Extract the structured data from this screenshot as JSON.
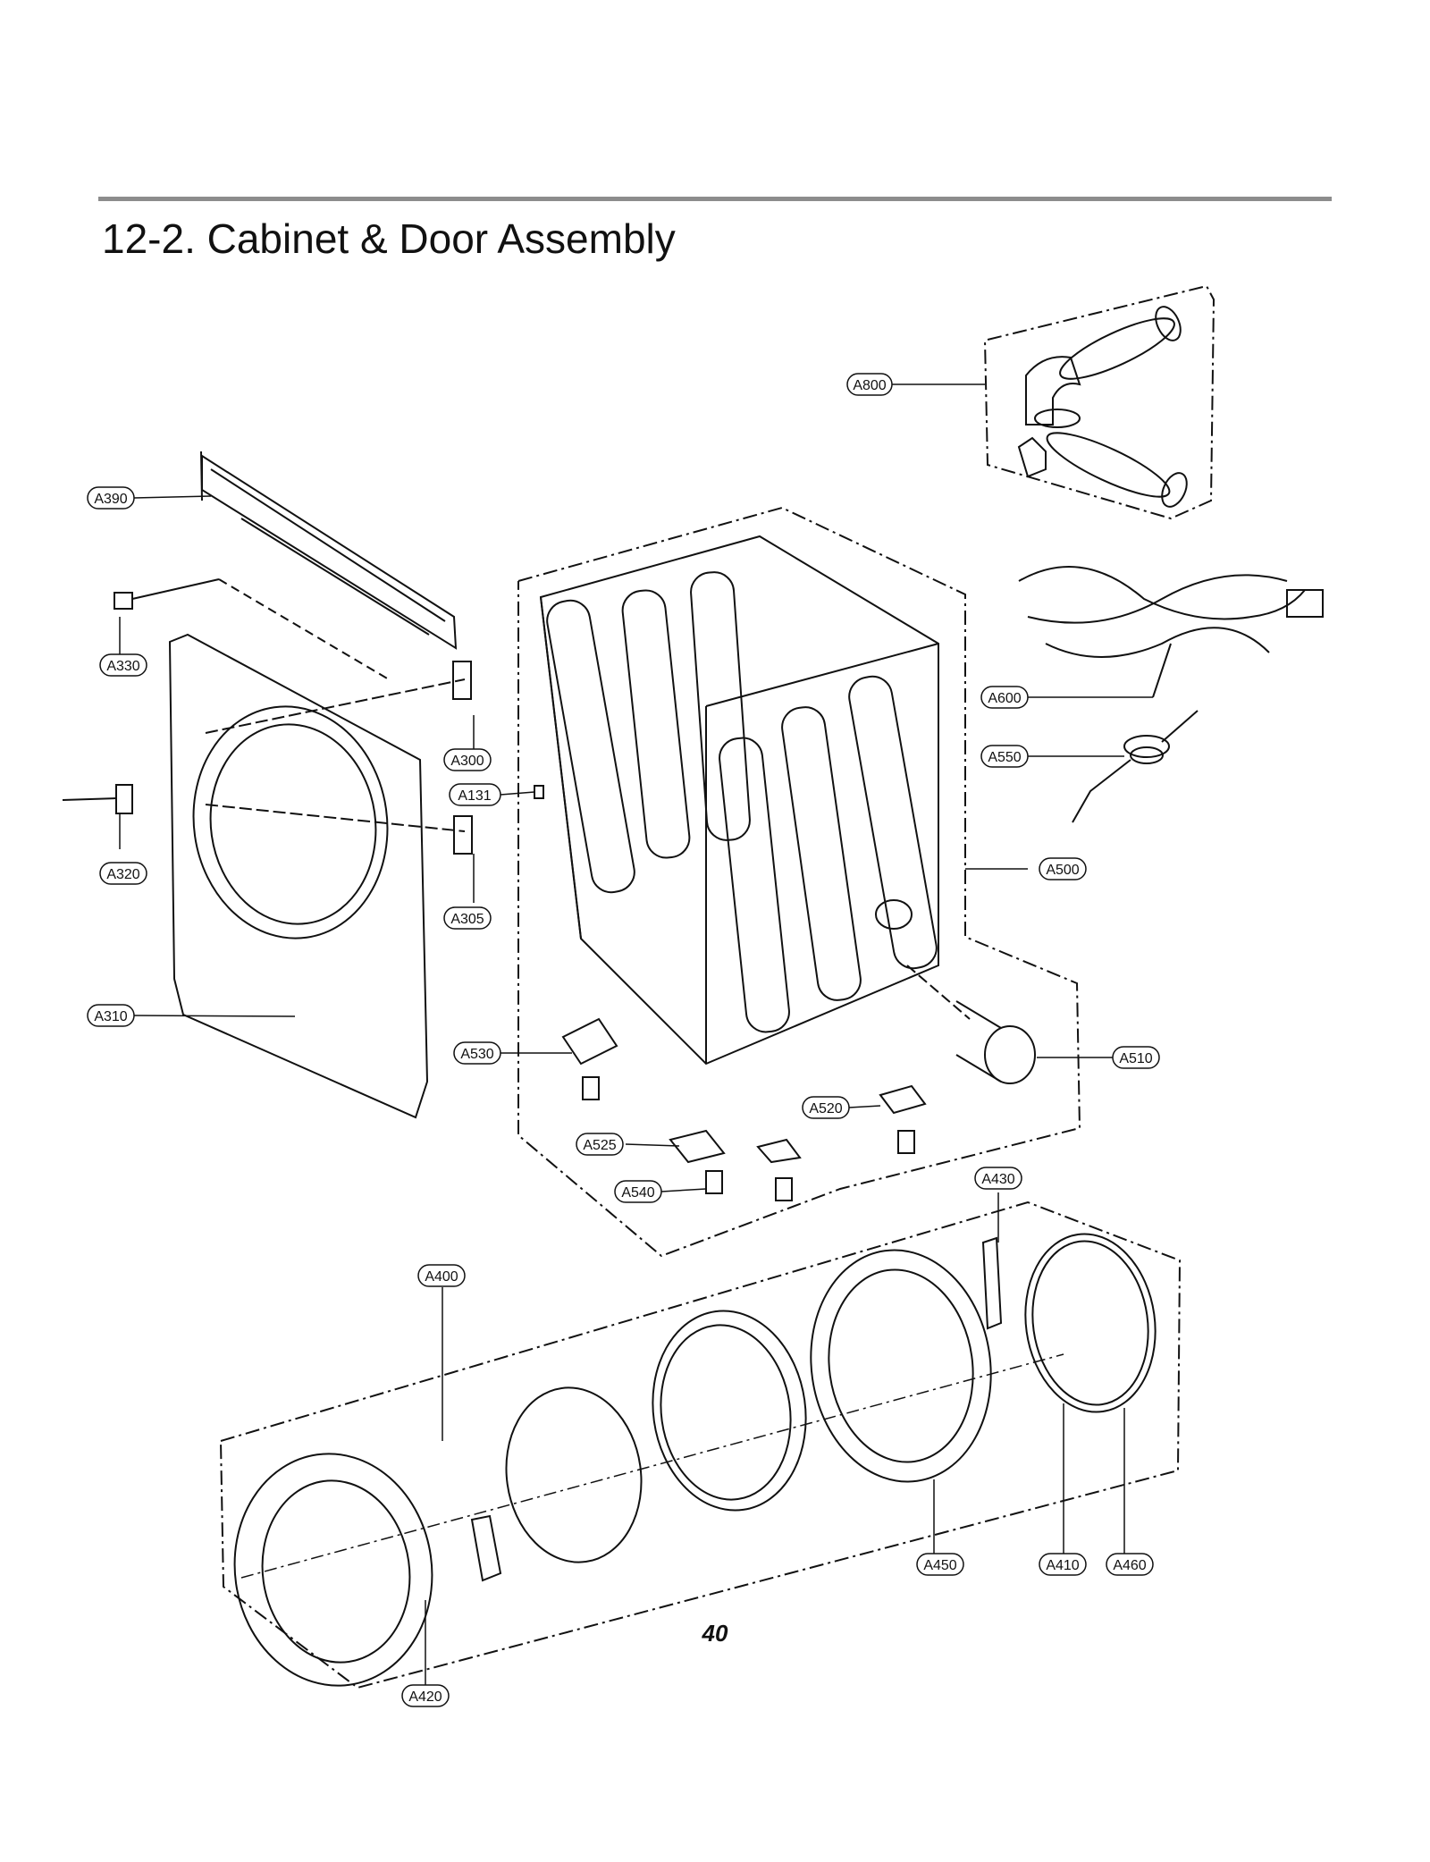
{
  "header": {
    "title": "12-2. Cabinet & Door Assembly"
  },
  "footer": {
    "page_number": "40"
  },
  "callouts": [
    {
      "id": "A800",
      "label": "A800"
    },
    {
      "id": "A390",
      "label": "A390"
    },
    {
      "id": "A330",
      "label": "A330"
    },
    {
      "id": "A300",
      "label": "A300"
    },
    {
      "id": "A131",
      "label": "A131"
    },
    {
      "id": "A320",
      "label": "A320"
    },
    {
      "id": "A305",
      "label": "A305"
    },
    {
      "id": "A310",
      "label": "A310"
    },
    {
      "id": "A600",
      "label": "A600"
    },
    {
      "id": "A550",
      "label": "A550"
    },
    {
      "id": "A500",
      "label": "A500"
    },
    {
      "id": "A530",
      "label": "A530"
    },
    {
      "id": "A510",
      "label": "A510"
    },
    {
      "id": "A520",
      "label": "A520"
    },
    {
      "id": "A525",
      "label": "A525"
    },
    {
      "id": "A540",
      "label": "A540"
    },
    {
      "id": "A430",
      "label": "A430"
    },
    {
      "id": "A400",
      "label": "A400"
    },
    {
      "id": "A450",
      "label": "A450"
    },
    {
      "id": "A410",
      "label": "A410"
    },
    {
      "id": "A460",
      "label": "A460"
    },
    {
      "id": "A420",
      "label": "A420"
    }
  ]
}
